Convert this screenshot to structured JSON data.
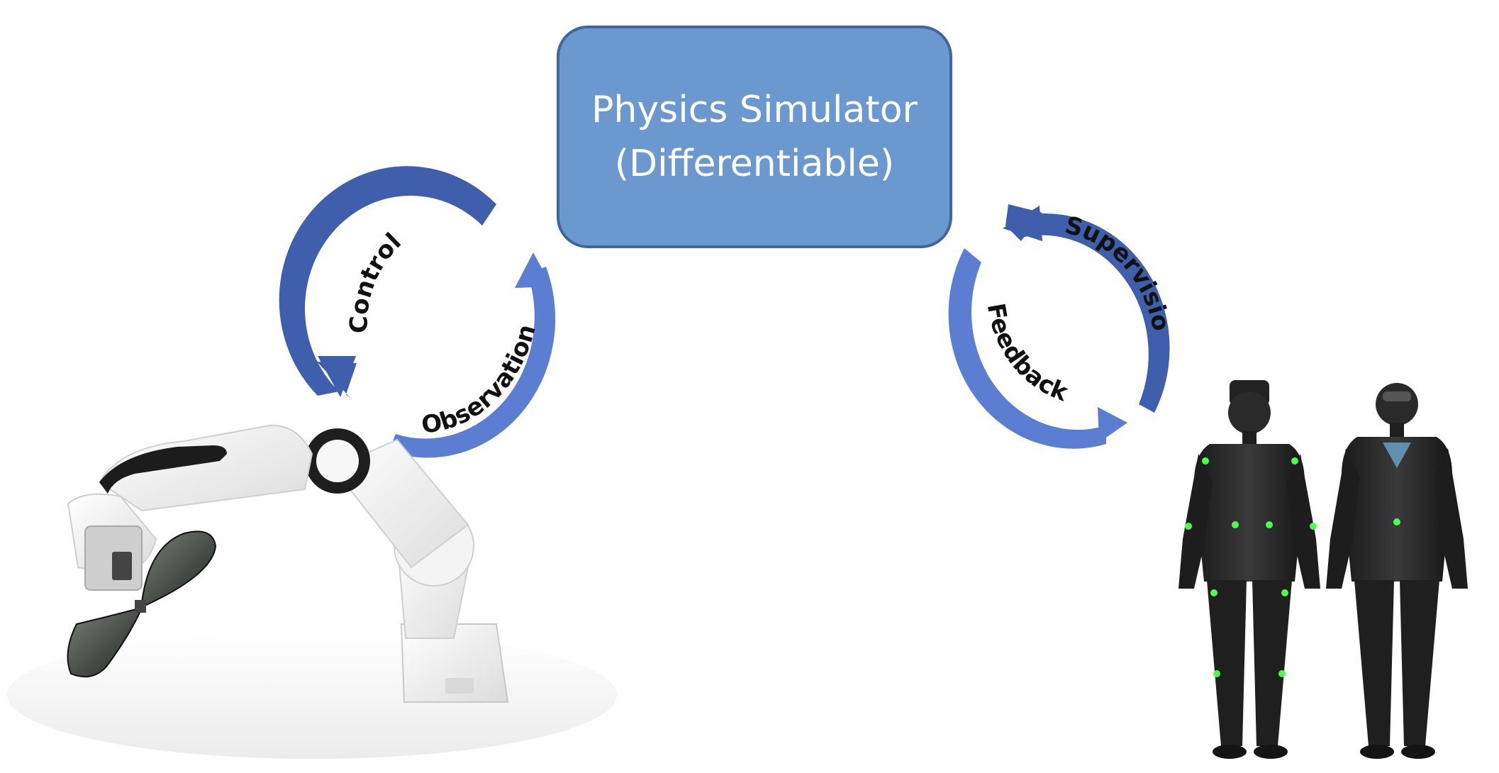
{
  "simulator": {
    "line1": "Physics Simulator",
    "line2": "(Differentiable)"
  },
  "robot_loop": {
    "top_label": "Control",
    "bottom_label": "Observation"
  },
  "human_loop": {
    "top_label": "Supervision",
    "bottom_label": "Feedback"
  },
  "colors": {
    "box_fill": "#6a98cf",
    "box_border": "#41679a",
    "arrow_dark": "#3d5ea8",
    "arrow_light": "#5c7fd0",
    "suit_marker": "#4cff4c"
  }
}
